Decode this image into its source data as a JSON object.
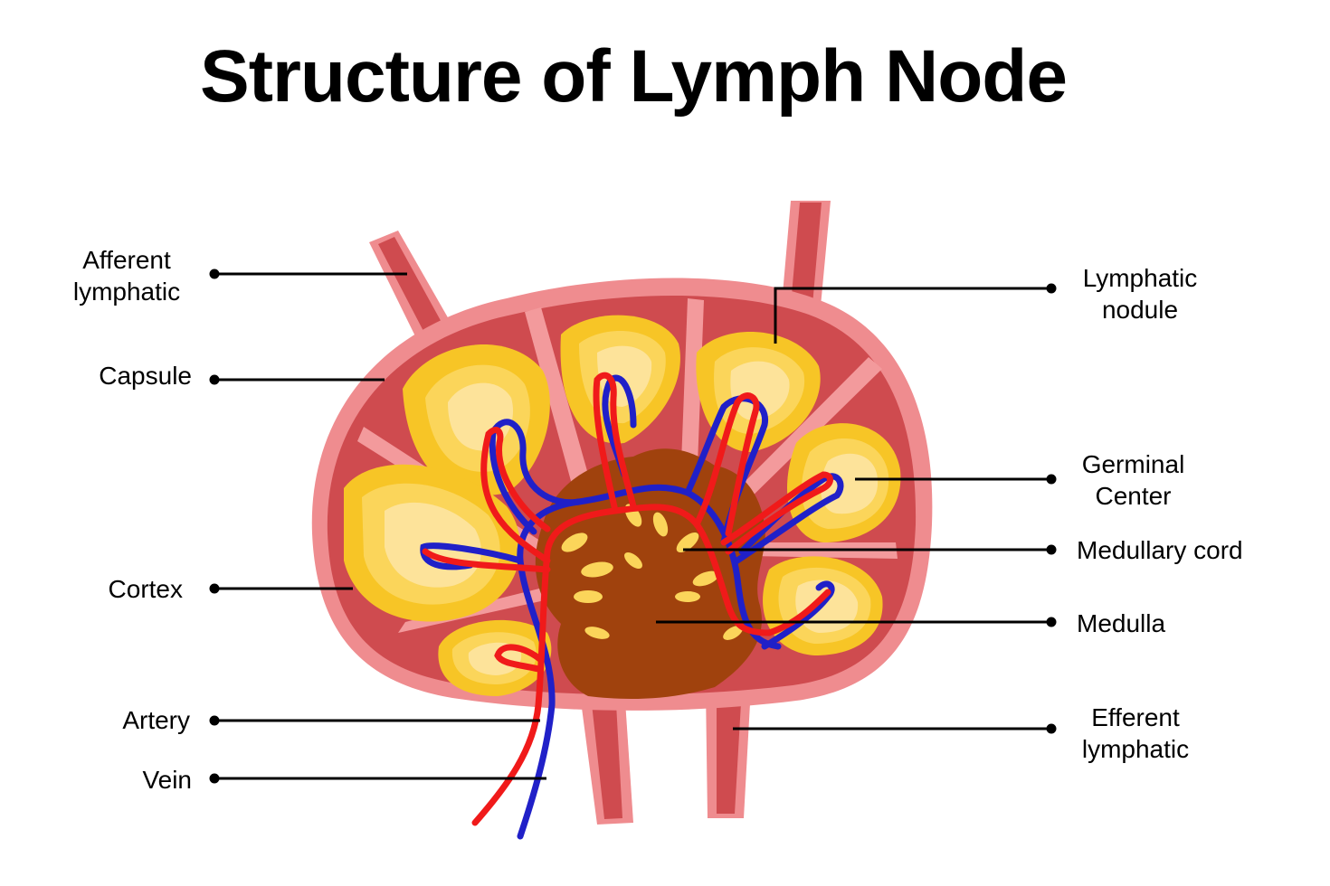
{
  "title": "Structure of Lymph Node",
  "colors": {
    "capsule_outer": "#ef8c8f",
    "capsule_inner": "#cf4b4f",
    "septa": "#f39a9c",
    "nodule_outer": "#f7c526",
    "nodule_mid": "#fbd55a",
    "germinal_center": "#fde39a",
    "medulla": "#a0420d",
    "artery": "#f01a1a",
    "vein": "#2020c8",
    "leader_line": "#000000"
  },
  "labels": {
    "afferent_lymphatic": [
      "Afferent",
      "lymphatic"
    ],
    "capsule": "Capsule",
    "cortex": "Cortex",
    "artery": "Artery",
    "vein": "Vein",
    "lymphatic_nodule": [
      "Lymphatic",
      "nodule"
    ],
    "germinal_center": [
      "Germinal",
      "Center"
    ],
    "medullary_cord": "Medullary cord",
    "medulla": "Medulla",
    "efferent_lymphatic": [
      "Efferent",
      "lymphatic"
    ]
  }
}
